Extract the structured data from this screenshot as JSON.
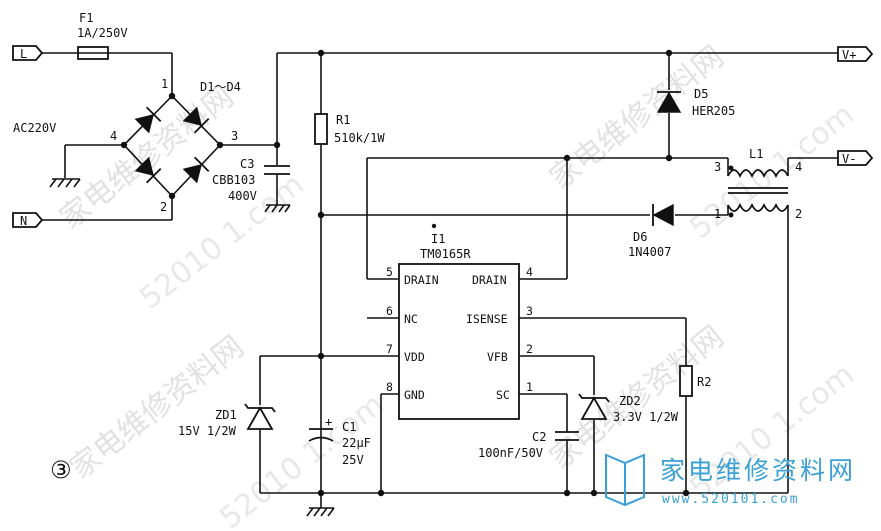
{
  "figure_number": "③",
  "terminals": {
    "live": "L",
    "neutral": "N",
    "v_plus": "V+",
    "v_minus": "V-"
  },
  "input": {
    "voltage": "AC220V"
  },
  "fuse": {
    "ref": "F1",
    "value": "1A/250V"
  },
  "bridge": {
    "ref": "D1～D4",
    "pin1": "1",
    "pin2": "2",
    "pin3": "3",
    "pin4": "4"
  },
  "c3": {
    "ref": "C3",
    "value": "CBB103",
    "voltage": "400V"
  },
  "r1": {
    "ref": "R1",
    "value": "510k/1W"
  },
  "ic": {
    "ref": "I1",
    "part": "TM0165R",
    "left_pins": [
      {
        "num": "5",
        "name": "DRAIN"
      },
      {
        "num": "6",
        "name": "NC"
      },
      {
        "num": "7",
        "name": "VDD"
      },
      {
        "num": "8",
        "name": "GND"
      }
    ],
    "right_pins": [
      {
        "num": "4",
        "name": "DRAIN"
      },
      {
        "num": "3",
        "name": "ISENSE"
      },
      {
        "num": "2",
        "name": "VFB"
      },
      {
        "num": "1",
        "name": "SC"
      }
    ]
  },
  "d5": {
    "ref": "D5",
    "value": "HER205"
  },
  "l1": {
    "ref": "L1",
    "pin1": "1",
    "pin2": "2",
    "pin3": "3",
    "pin4": "4"
  },
  "d6": {
    "ref": "D6",
    "value": "1N4007"
  },
  "r2": {
    "ref": "R2"
  },
  "zd1": {
    "ref": "ZD1",
    "value": "15V 1/2W"
  },
  "c1": {
    "ref": "C1",
    "value": "22μF",
    "voltage": "25V",
    "polarity": "+"
  },
  "c2": {
    "ref": "C2",
    "value": "100nF/50V"
  },
  "zd2": {
    "ref": "ZD2",
    "value": "3.3V 1/2W"
  },
  "watermark": {
    "cn": "家电维修资料网",
    "url": "52010 1.com",
    "logo_cn": "家电维修资料网",
    "logo_url": "www.520101.com"
  },
  "colors": {
    "ink": "#111111",
    "watermark": "#c9c9c9",
    "logo": "#3aa0d6"
  }
}
